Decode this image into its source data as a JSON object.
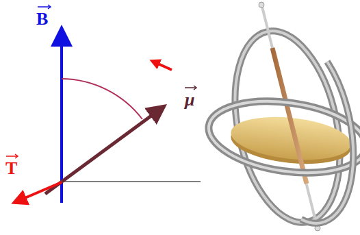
{
  "diagram": {
    "labels": [
      "B",
      "μ",
      "T"
    ]
  }
}
